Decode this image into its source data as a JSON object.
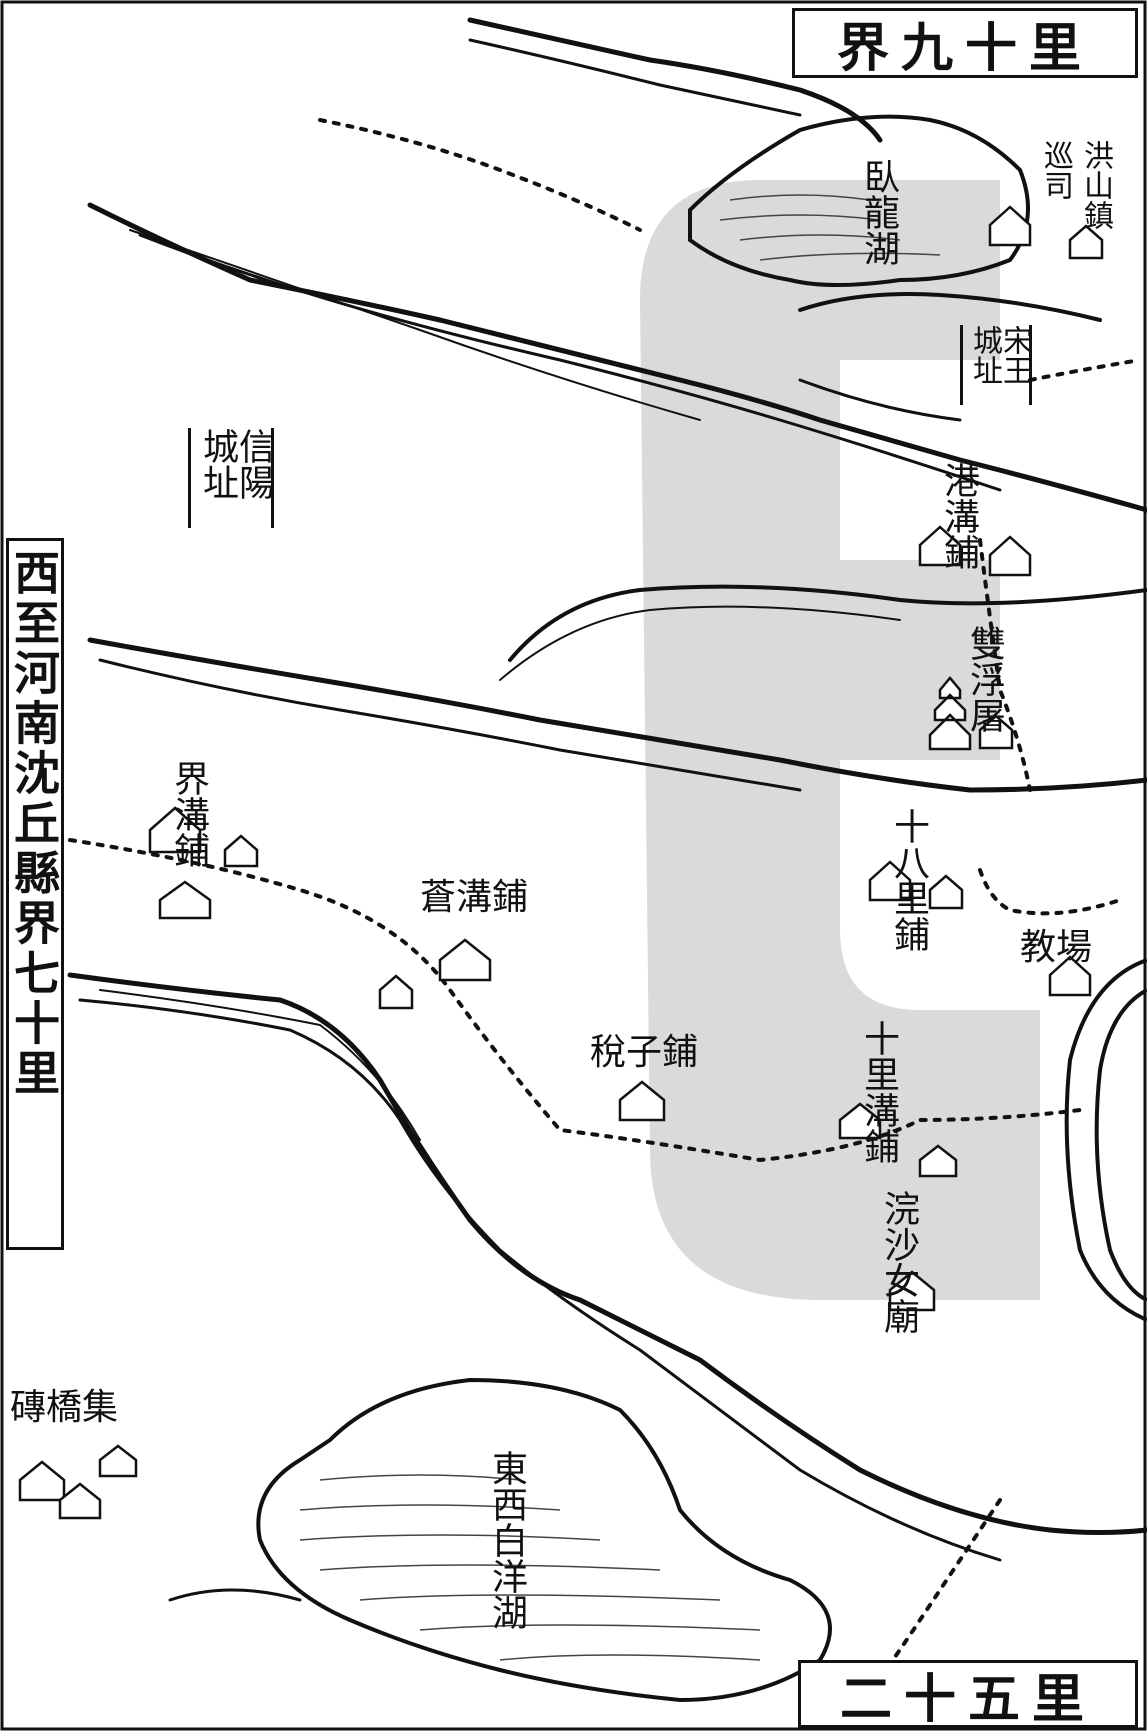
{
  "map": {
    "border_notes": {
      "top_right": "界九十里",
      "bottom_right": "二十五里",
      "left": "西至河南沈丘縣界七十里"
    },
    "labels": {
      "wolong_lake": "臥龍湖",
      "hongshan_town": "洪山鎮",
      "patrol_office": "巡司",
      "songwang_city_site": "宋王城址",
      "xinyang_city_site": "信陽城址",
      "gang_gou_pu": "港溝鋪",
      "shuang_fu_pu": "雙浮屠",
      "shiba_li_pu": "十八里鋪",
      "jie_gou_pu": "界溝鋪",
      "cang_gou_pu": "蒼溝鋪",
      "jiao_chang": "教場",
      "shuizi_pu": "稅子鋪",
      "shili_gou_pu": "十里溝鋪",
      "huansha_nv_miao": "浣沙女廟",
      "zhuanqiao_ji": "磚橋集",
      "dongxi_baiyang_lake": "東西白洋湖"
    },
    "colors": {
      "ink": "#111111",
      "paper": "#ffffff",
      "watermark": "#cfcfcf"
    }
  }
}
